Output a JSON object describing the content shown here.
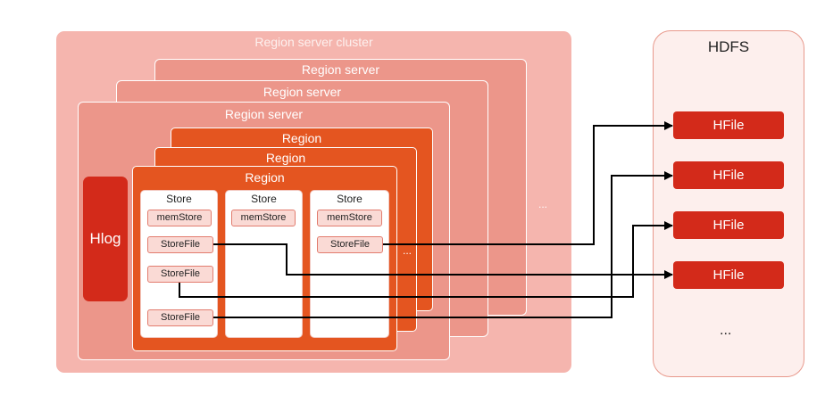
{
  "cluster": {
    "label": "Region server cluster",
    "more": "..."
  },
  "region_servers": [
    "Region server",
    "Region server",
    "Region server"
  ],
  "regions": [
    "Region",
    "Region",
    "Region"
  ],
  "stores": [
    {
      "title": "Store",
      "memstore": "memStore",
      "storefiles": [
        "StoreFile",
        "StoreFile",
        "StoreFile"
      ]
    },
    {
      "title": "Store",
      "memstore": "memStore",
      "storefiles": []
    },
    {
      "title": "Store",
      "memstore": "memStore",
      "storefiles": [
        "StoreFile"
      ]
    }
  ],
  "region_more": "...",
  "hlog": {
    "label": "Hlog"
  },
  "hdfs": {
    "title": "HDFS",
    "hfiles": [
      "HFile",
      "HFile",
      "HFile",
      "HFile"
    ],
    "more": "..."
  }
}
